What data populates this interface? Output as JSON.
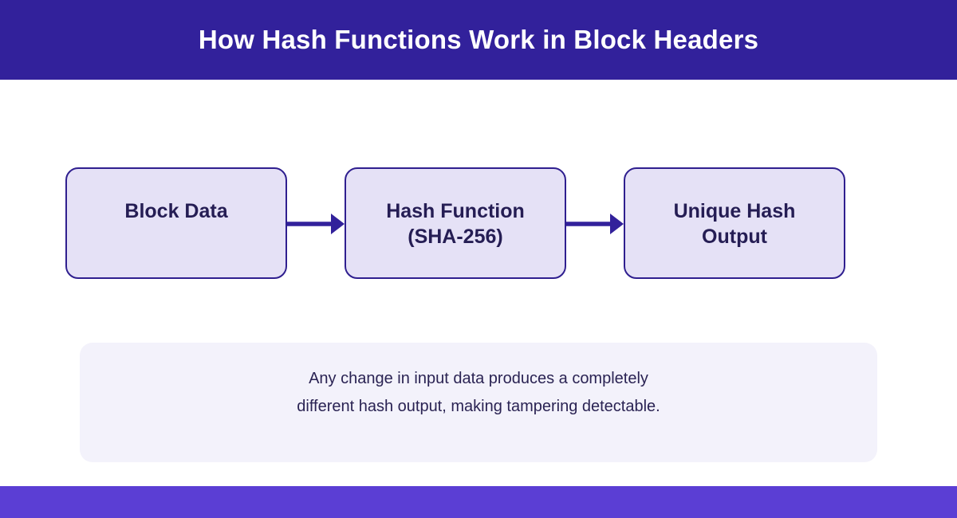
{
  "header": {
    "title": "How Hash Functions Work in Block Headers"
  },
  "flow": {
    "boxes": [
      {
        "id": "block-data",
        "lines": [
          "Block Data"
        ]
      },
      {
        "id": "hash-function",
        "lines": [
          "Hash Function",
          "(SHA-256)"
        ]
      },
      {
        "id": "unique-hash-output",
        "lines": [
          "Unique Hash",
          "Output"
        ]
      }
    ],
    "connectors": [
      {
        "icon": "arrow-right-icon"
      },
      {
        "icon": "arrow-right-icon"
      }
    ]
  },
  "note": {
    "lines": [
      "Any change in input data produces a completely",
      "different hash output, making tampering detectable."
    ]
  },
  "colors": {
    "header_bg": "#32219B",
    "header_text": "#FFFFFF",
    "box_fill": "#E5E1F6",
    "box_border": "#2F1F8F",
    "box_text": "#251D54",
    "arrow": "#32219B",
    "note_bg": "#F3F2FB",
    "note_text": "#2A2353",
    "footer_bg": "#5B3ED4"
  }
}
